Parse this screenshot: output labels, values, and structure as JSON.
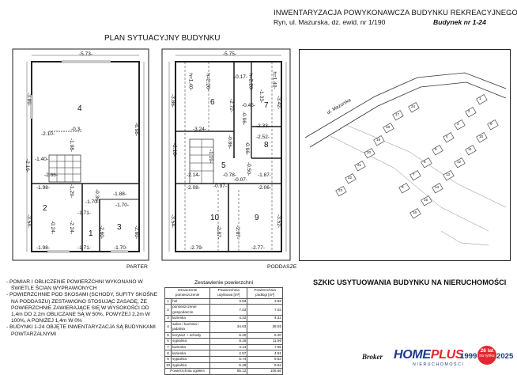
{
  "header": {
    "title": "INWENTARYZACJA POWYKONAWCZA BUDYNKU REKREACYJNEGO",
    "address": "Ryn, ul. Mazurska, dz. ewid. nr  1/190",
    "building": "Budynek nr 1-24"
  },
  "plan": {
    "title": "PLAN SYTUACYJNY BUDYNKU",
    "ground_label": "PARTER",
    "attic_label": "PODDASZE",
    "ground": {
      "rooms": [
        "4",
        "2",
        "3",
        "1"
      ],
      "dims": {
        "top": "-5.73-",
        "left4": "-3.89-",
        "right4": "-6.98-",
        "d210": "-2.10-",
        "d03": "-0.3-",
        "d108": "-1.08-",
        "d140": "-1.40-",
        "d216": "-2.16-",
        "d266": "-2.66-",
        "d198": "-1.98-",
        "d129": "-1.29-",
        "d036": "-0.36-",
        "d188": "-1.88-",
        "d171": "-1.71-",
        "d170a": "-1.70-",
        "d170b": "-1.70-",
        "d354": "-3.54-",
        "d224": "-2.24-",
        "d260a": "-2.60-",
        "d260b": "-2.60-",
        "d198b": "-1.98-",
        "d171b": "-1.71-",
        "d170c": "-1.70-",
        "d024": "-0.24-"
      }
    },
    "attic": {
      "rooms": [
        "6",
        "7",
        "8",
        "5",
        "10",
        "9"
      ],
      "dims": {
        "top": "-5.75-",
        "h140a": "h=1.40-",
        "h220a": "h=2.20-",
        "h220b": "h=2.20-",
        "h140b": "h=1.40-",
        "d017": "-0.17-",
        "d386": "-3.86-",
        "d272": "-2.72-",
        "d045": "-0.45-",
        "d342": "-3.42-",
        "d133": "-1.33-",
        "d324": "-3.24-",
        "d096a": "-0.96-",
        "d233": "-2.33-",
        "d252": "-2.52-",
        "d096b": "-0.96-",
        "d218": "-2.18-",
        "d086": "-0.86-",
        "d078": "-0.78-",
        "d119": "-1.19-",
        "d214": "-2.14-",
        "d187": "-1.87-",
        "d208a": "-2.08-",
        "d097": "-0.97-",
        "d206": "-2.06-",
        "d354": "-3.54-",
        "d287a": "-2.87-",
        "d287b": "-2.87-",
        "d352": "-3.52-",
        "d279": "-2.79-",
        "d277": "-2.77-",
        "d050": "-0.50-",
        "d007": "-0.07-"
      }
    }
  },
  "notes": [
    "- POMIAR I OBLICZENIE  POWIERZCHNI WYKONANO W ŚWIETLE ŚCIAN WYPRAWIONYCH",
    "- POWIERZCHNIE POD SKOSAMI (SCHODY, SUFITY SKOŚNE NA PODDASZU) ZESTAWIONO STOSUJĄC ZASADĘ, ŻE POWIERZCHNIE  ZAWIERAJĄCE SIĘ W WYSOKOŚCI OD 1,4m DO 2,2m  OBLICZANE SĄ W 50%, POWYŻEJ 2,2m W 100%, A PONIŻEJ 1,4m W 0%",
    "- BUDYNKI 1-24 OBJĘTE INWENTARYZACJA SĄ BUDYNKAMI POWTARZALNYMI"
  ],
  "table": {
    "caption": "Zestawienie powierzchni",
    "headers": [
      "Oznaczenie pomieszczenie",
      "Powierzchnia użytkowa [m²]",
      "Powierzchnia podłogi [m²]"
    ],
    "rows": [
      [
        "1",
        "hol",
        "3.83",
        "3.83"
      ],
      [
        "2",
        "pomieszczenie gospodarcze",
        "7.03",
        "7.03"
      ],
      [
        "3",
        "łazienka",
        "4.42",
        "4.42"
      ],
      [
        "4",
        "salon / kuchnia / jadalnia",
        "34.63",
        "38.55"
      ],
      [
        "5",
        "korytarz + schody",
        "6.20",
        "6.20"
      ],
      [
        "6",
        "sypialnia",
        "8.16",
        "11.96"
      ],
      [
        "7",
        "łazienka",
        "4.14",
        "7.66"
      ],
      [
        "8",
        "łazienka",
        "2.57",
        "4.91"
      ],
      [
        "9",
        "sypialnia",
        "5.74",
        "9.53"
      ],
      [
        "10",
        "sypialnia",
        "5.49",
        "9.64"
      ]
    ],
    "total_label": "Powierzchnia ogółem",
    "total_usable": "85.12",
    "total_floor": "105.66"
  },
  "site": {
    "title": "SZKIC USYTUOWANIA BUDYNKU NA NIERUCHOMOŚCI",
    "street": "ul. Mazurska",
    "numbers": [
      "1",
      "2",
      "3",
      "4",
      "5",
      "6",
      "7",
      "8",
      "9",
      "10",
      "11",
      "12",
      "13",
      "14",
      "15",
      "16",
      "17",
      "18",
      "19",
      "20",
      "21",
      "22",
      "23",
      "24"
    ]
  },
  "branding": {
    "broker": "Broker",
    "home": "HOME",
    "plus": "PLUS",
    "sub": "NIERUCHOMOŚCI",
    "year_from": "1999",
    "badge_num": "26 lat",
    "badge_txt": "na rynku",
    "year_to": "2025"
  }
}
